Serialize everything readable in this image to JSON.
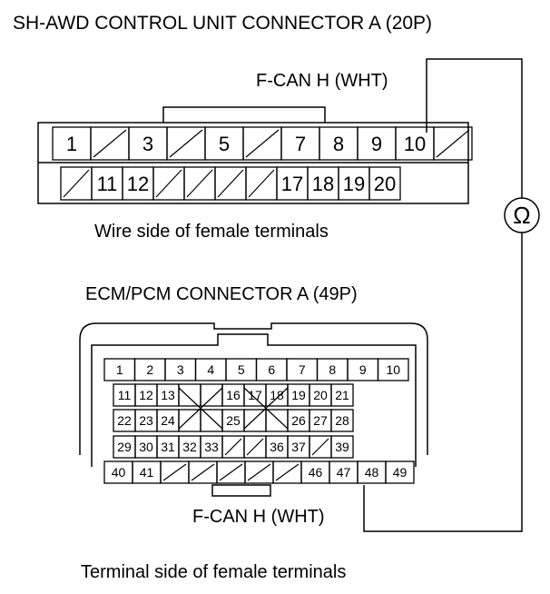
{
  "connector_a": {
    "title": "SH-AWD CONTROL UNIT CONNECTOR A (20P)",
    "caption": "Wire side of female terminals",
    "row1": [
      "1",
      "",
      "3",
      "",
      "5",
      "",
      "7",
      "8",
      "9",
      "10",
      ""
    ],
    "row2": [
      "",
      "11",
      "12",
      "",
      "",
      "",
      "",
      "17",
      "18",
      "19",
      "20"
    ]
  },
  "connector_b": {
    "title": "ECM/PCM CONNECTOR A (49P)",
    "caption": "Terminal side of female terminals",
    "row1": [
      "1",
      "2",
      "3",
      "4",
      "5",
      "6",
      "7",
      "8",
      "9",
      "10"
    ],
    "row2": [
      "11",
      "12",
      "13",
      "",
      "",
      "16",
      "17",
      "18",
      "19",
      "20",
      "21"
    ],
    "row3": [
      "22",
      "23",
      "24",
      "",
      "",
      "25",
      "",
      "",
      "26",
      "27",
      "28"
    ],
    "row4": [
      "29",
      "30",
      "31",
      "32",
      "33",
      "",
      "",
      "36",
      "37",
      "",
      "39"
    ],
    "row5": [
      "40",
      "41",
      "",
      "",
      "",
      "",
      "",
      "46",
      "47",
      "48",
      "49"
    ]
  },
  "probe_top": {
    "label": "F-CAN H (WHT)"
  },
  "probe_bottom": {
    "label": "F-CAN H (WHT)"
  },
  "meter": {
    "symbol": "Ω"
  }
}
